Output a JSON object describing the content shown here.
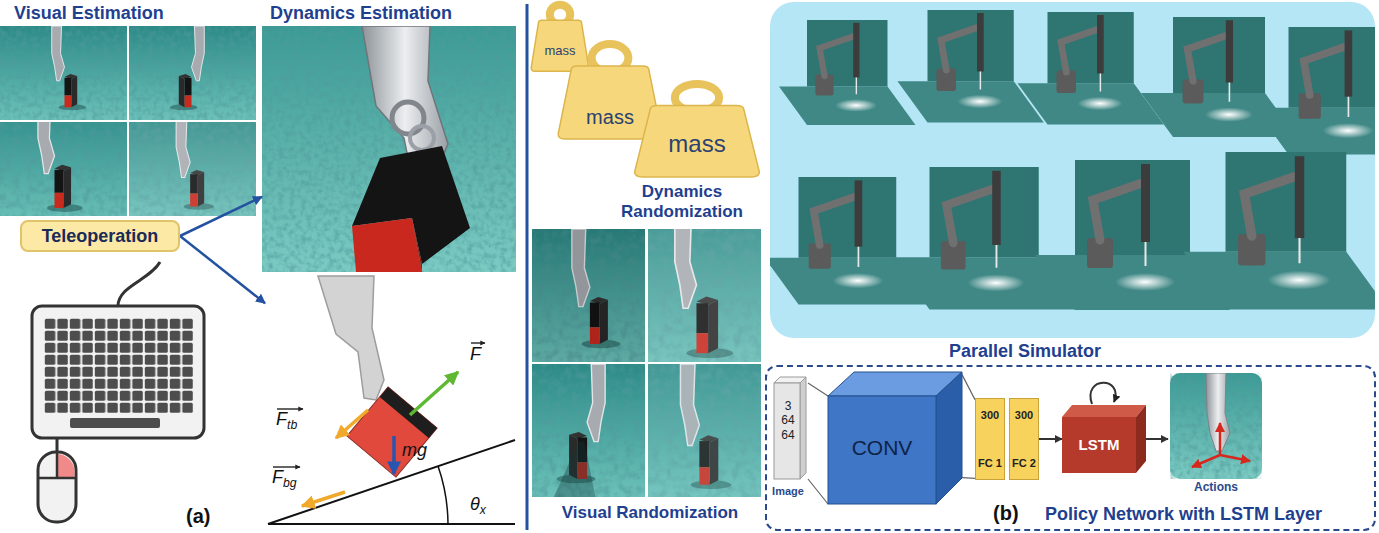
{
  "diagram": {
    "nodes": [
      {
        "text": [
          "Visual Estimation"
        ]
      },
      {
        "text": [
          "Dynamics Estimation"
        ]
      },
      {
        "text": [
          "Teleoperation"
        ]
      },
      {
        "text": [
          "F",
          "Ftb",
          "Fbg",
          "mg",
          "θx"
        ]
      },
      {
        "text": [
          "mass"
        ]
      },
      {
        "text": [
          "mass"
        ]
      },
      {
        "text": [
          "mass"
        ]
      },
      {
        "text": [
          "Policy Network with LSTM Layer"
        ]
      },
      {
        "text": [
          "3 64 64",
          "Image"
        ],
        "in": 7
      },
      {
        "text": [
          "CONV"
        ],
        "in": 7
      },
      {
        "text": [
          "300",
          "FC 1"
        ],
        "in": 7
      },
      {
        "text": [
          "300",
          "FC 2"
        ],
        "in": 7
      },
      {
        "text": [
          "LSTM"
        ],
        "in": 7
      },
      {
        "text": [
          "Actions"
        ],
        "in": 7
      }
    ],
    "edges": [
      {
        "from": 2,
        "to": 1,
        "arrow": "to"
      },
      {
        "from": 2,
        "to": 3,
        "arrow": "to"
      },
      {
        "from": 8,
        "to": 9,
        "arrow": "none"
      },
      {
        "from": 9,
        "to": 10,
        "arrow": "none"
      },
      {
        "from": 11,
        "to": 12,
        "arrow": "to"
      },
      {
        "from": 12,
        "to": 13,
        "arrow": "to"
      }
    ],
    "labels": [
      "(a)",
      "Dynamics Randomization",
      "Visual Randomization",
      "Parallel Simulator",
      "(b)"
    ]
  }
}
